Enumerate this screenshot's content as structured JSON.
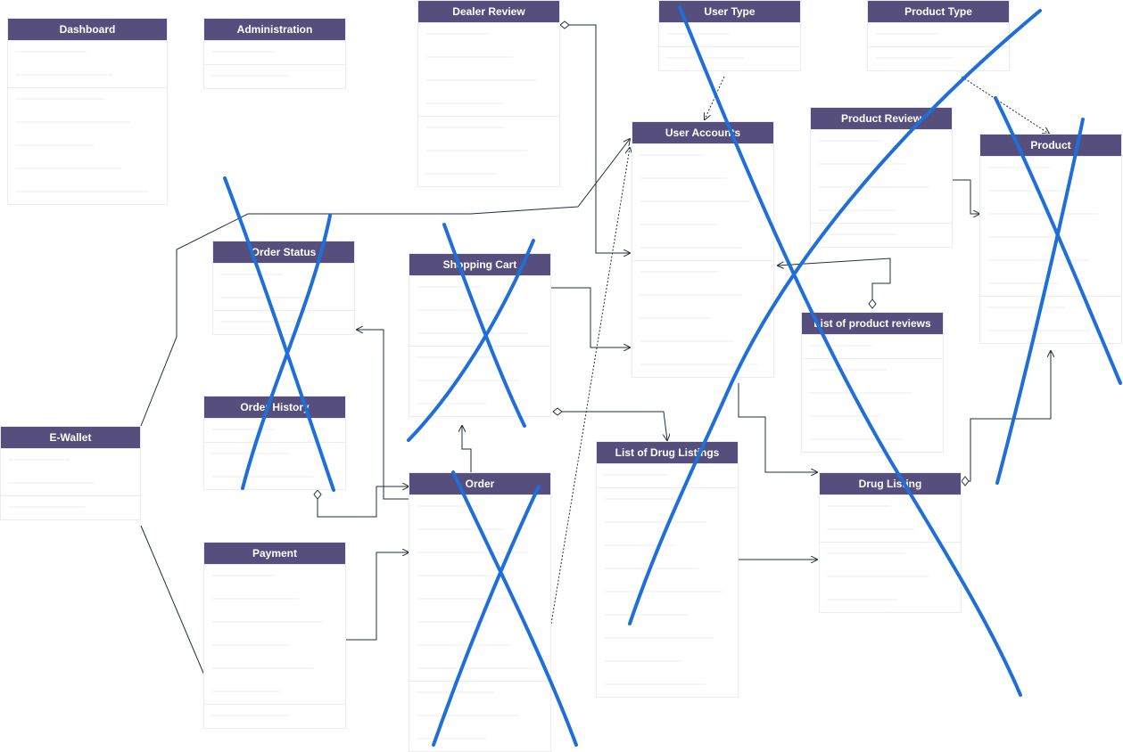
{
  "classes": [
    {
      "id": "dashboard",
      "label": "Dashboard",
      "sections": [
        2,
        5
      ]
    },
    {
      "id": "administration",
      "label": "Administration",
      "sections": [
        1,
        1
      ]
    },
    {
      "id": "dealer-review",
      "label": "Dealer Review",
      "sections": [
        4,
        3
      ]
    },
    {
      "id": "user-type",
      "label": "User Type",
      "sections": [
        1,
        1
      ]
    },
    {
      "id": "product-type",
      "label": "Product Type",
      "sections": [
        1,
        1
      ]
    },
    {
      "id": "user-accounts",
      "label": "User Accounts",
      "sections": [
        5,
        5
      ]
    },
    {
      "id": "product-review",
      "label": "Product Review",
      "sections": [
        4,
        1
      ]
    },
    {
      "id": "product",
      "label": "Product",
      "sections": [
        6,
        2
      ]
    },
    {
      "id": "order-status",
      "label": "Order Status",
      "sections": [
        2,
        1
      ]
    },
    {
      "id": "shopping-cart",
      "label": "Shopping Cart",
      "sections": [
        3,
        3
      ]
    },
    {
      "id": "list-of-product-reviews",
      "label": "List of product reviews",
      "sections": [
        1,
        4
      ]
    },
    {
      "id": "e-wallet",
      "label": "E-Wallet",
      "sections": [
        2,
        1
      ]
    },
    {
      "id": "order-history",
      "label": "Order History",
      "sections": [
        1,
        2
      ]
    },
    {
      "id": "list-of-drug-listings",
      "label": "List of Drug Listings",
      "sections": [
        1,
        9
      ]
    },
    {
      "id": "order",
      "label": "Order",
      "sections": [
        8,
        3
      ]
    },
    {
      "id": "drug-listing",
      "label": "Drug Listing",
      "sections": [
        2,
        3
      ]
    },
    {
      "id": "payment",
      "label": "Payment",
      "sections": [
        6,
        1
      ]
    }
  ],
  "colors": {
    "header": "#564e7c",
    "line": "#1f2d3d",
    "crossout": "#1e6fd9"
  },
  "crossed_out": [
    "order-status",
    "order-history",
    "shopping-cart",
    "order",
    "user-type",
    "user-accounts",
    "product-review",
    "list-of-drug-listings",
    "drug-listing",
    "product"
  ]
}
